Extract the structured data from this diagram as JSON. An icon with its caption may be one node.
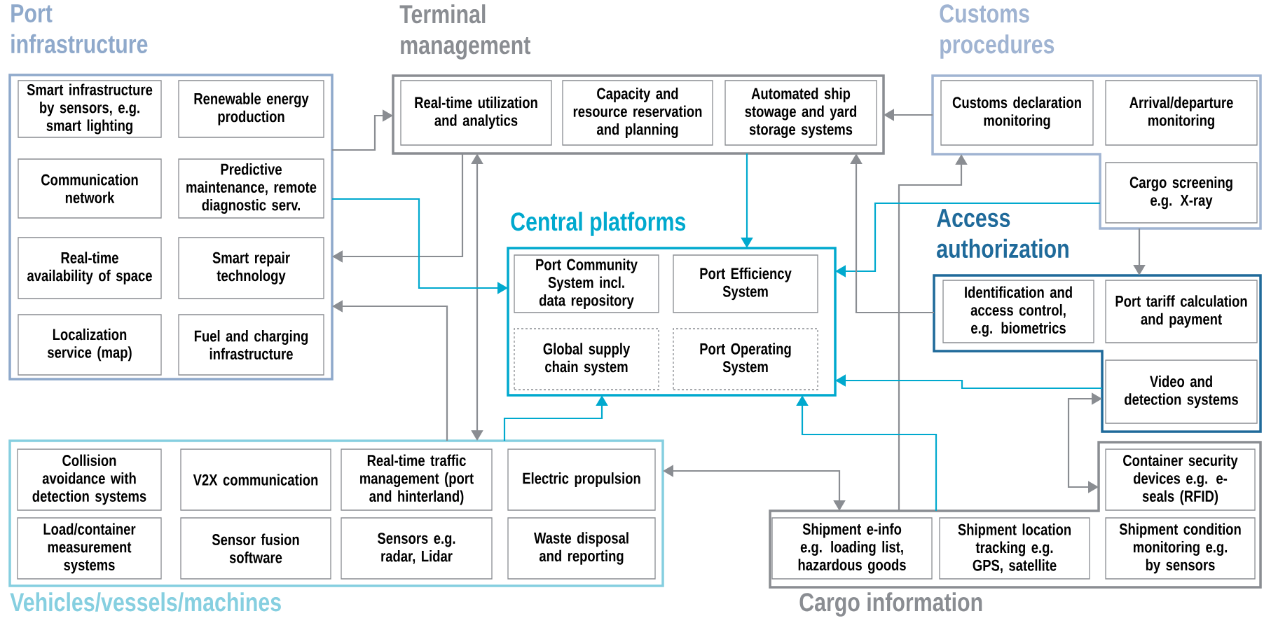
{
  "diagram": {
    "nodes": [
      {
        "text": [
          "Port infrastructure"
        ]
      },
      {
        "text": [
          "Smart infrastructure by sensors, e.g. smart lighting"
        ],
        "in": 0
      },
      {
        "text": [
          "Renewable energy production"
        ],
        "in": 0
      },
      {
        "text": [
          "Communication network"
        ],
        "in": 0
      },
      {
        "text": [
          "Predictive maintenance, remote diagnostic serv."
        ],
        "in": 0
      },
      {
        "text": [
          "Real-time availability of space"
        ],
        "in": 0
      },
      {
        "text": [
          "Smart repair technology"
        ],
        "in": 0
      },
      {
        "text": [
          "Localization service (map)"
        ],
        "in": 0
      },
      {
        "text": [
          "Fuel and charging infrastructure"
        ],
        "in": 0
      },
      {
        "text": [
          "Terminal management"
        ]
      },
      {
        "text": [
          "Real-time utilization and analytics"
        ],
        "in": 9
      },
      {
        "text": [
          "Capacity and resource reservation and planning"
        ],
        "in": 9
      },
      {
        "text": [
          "Automated ship stowage and yard storage systems"
        ],
        "in": 9
      },
      {
        "text": [
          "Customs procedures"
        ]
      },
      {
        "text": [
          "Customs declaration monitoring"
        ],
        "in": 13
      },
      {
        "text": [
          "Arrival/departure monitoring"
        ],
        "in": 13
      },
      {
        "text": [
          "Cargo screening e.g. X-ray"
        ],
        "in": 13
      },
      {
        "text": [
          "Central platforms"
        ]
      },
      {
        "text": [
          "Port Community System incl. data repository"
        ],
        "in": 17
      },
      {
        "text": [
          "Port Efficiency System"
        ],
        "in": 17
      },
      {
        "text": [
          "Global supply chain system"
        ],
        "in": 17
      },
      {
        "text": [
          "Port Operating System"
        ],
        "in": 17
      },
      {
        "text": [
          "Access authorization"
        ]
      },
      {
        "text": [
          "Identification and access control, e.g. biometrics"
        ],
        "in": 22
      },
      {
        "text": [
          "Port tariff calculation and payment"
        ],
        "in": 22
      },
      {
        "text": [
          "Video and detection systems"
        ],
        "in": 22
      },
      {
        "text": [
          "Vehicles/vessels/machines"
        ]
      },
      {
        "text": [
          "Collision avoidance with detection systems"
        ],
        "in": 26
      },
      {
        "text": [
          "V2X communication"
        ],
        "in": 26
      },
      {
        "text": [
          "Real-time traffic management (port and hinterland)"
        ],
        "in": 26
      },
      {
        "text": [
          "Electric propulsion"
        ],
        "in": 26
      },
      {
        "text": [
          "Load/container measurement systems"
        ],
        "in": 26
      },
      {
        "text": [
          "Sensor fusion software"
        ],
        "in": 26
      },
      {
        "text": [
          "Sensors e.g. radar, Lidar"
        ],
        "in": 26
      },
      {
        "text": [
          "Waste disposal and reporting"
        ],
        "in": 26
      },
      {
        "text": [
          "Cargo information"
        ]
      },
      {
        "text": [
          "Container security devices e.g. e-seals (RFID)"
        ],
        "in": 35
      },
      {
        "text": [
          "Shipment e-info e.g. loading list, hazardous goods"
        ],
        "in": 35
      },
      {
        "text": [
          "Shipment location tracking e.g. GPS, satellite"
        ],
        "in": 35
      },
      {
        "text": [
          "Shipment condition monitoring e.g. by sensors"
        ],
        "in": 35
      }
    ],
    "edges": [
      {
        "from": 0,
        "to": 9,
        "arrow": "to"
      },
      {
        "from": 9,
        "to": 0,
        "arrow": "to"
      },
      {
        "from": 26,
        "to": 0,
        "arrow": "to"
      },
      {
        "from": 9,
        "to": 26,
        "arrow": "both"
      },
      {
        "from": 0,
        "to": 17,
        "arrow": "to",
        "color": "#00a9ce"
      },
      {
        "from": 9,
        "to": 17,
        "arrow": "to",
        "color": "#00a9ce"
      },
      {
        "from": 13,
        "to": 9,
        "arrow": "to"
      },
      {
        "from": 35,
        "to": 13,
        "arrow": "to"
      },
      {
        "from": 13,
        "to": 17,
        "arrow": "to",
        "color": "#00a9ce"
      },
      {
        "from": 22,
        "to": 9,
        "arrow": "to"
      },
      {
        "from": 13,
        "to": 22,
        "arrow": "to"
      },
      {
        "from": 22,
        "to": 17,
        "arrow": "to",
        "color": "#00a9ce"
      },
      {
        "from": 35,
        "to": 17,
        "arrow": "to",
        "color": "#00a9ce"
      },
      {
        "from": 26,
        "to": 17,
        "arrow": "to",
        "color": "#00a9ce"
      },
      {
        "from": 26,
        "to": 35,
        "arrow": "both"
      },
      {
        "from": 22,
        "to": 35,
        "arrow": "both"
      }
    ]
  }
}
